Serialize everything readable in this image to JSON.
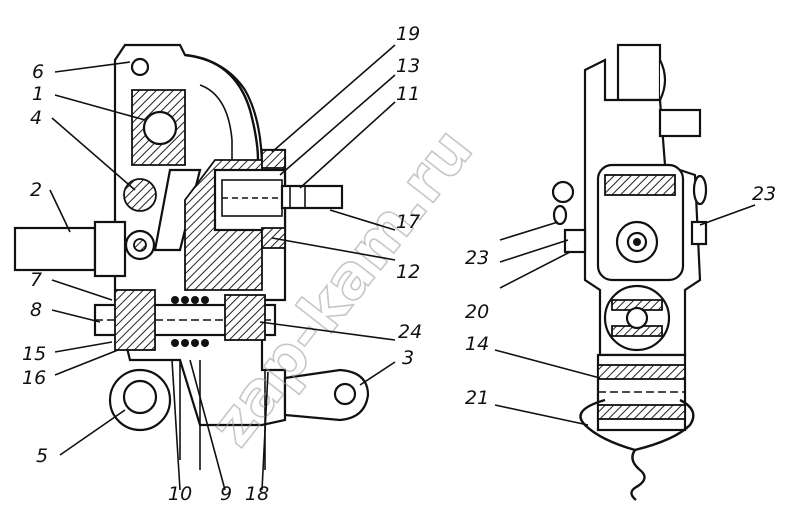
{
  "watermark": "zap-kam.ru",
  "callouts": {
    "n1": "1",
    "n2": "2",
    "n3": "3",
    "n4": "4",
    "n5": "5",
    "n6": "6",
    "n7": "7",
    "n8": "8",
    "n9": "9",
    "n10": "10",
    "n11": "11",
    "n12": "12",
    "n13": "13",
    "n14": "14",
    "n15": "15",
    "n16": "16",
    "n17": "17",
    "n18": "18",
    "n19": "19",
    "n20": "20",
    "n21": "21",
    "n23a": "23",
    "n23b": "23",
    "n24": "24"
  }
}
